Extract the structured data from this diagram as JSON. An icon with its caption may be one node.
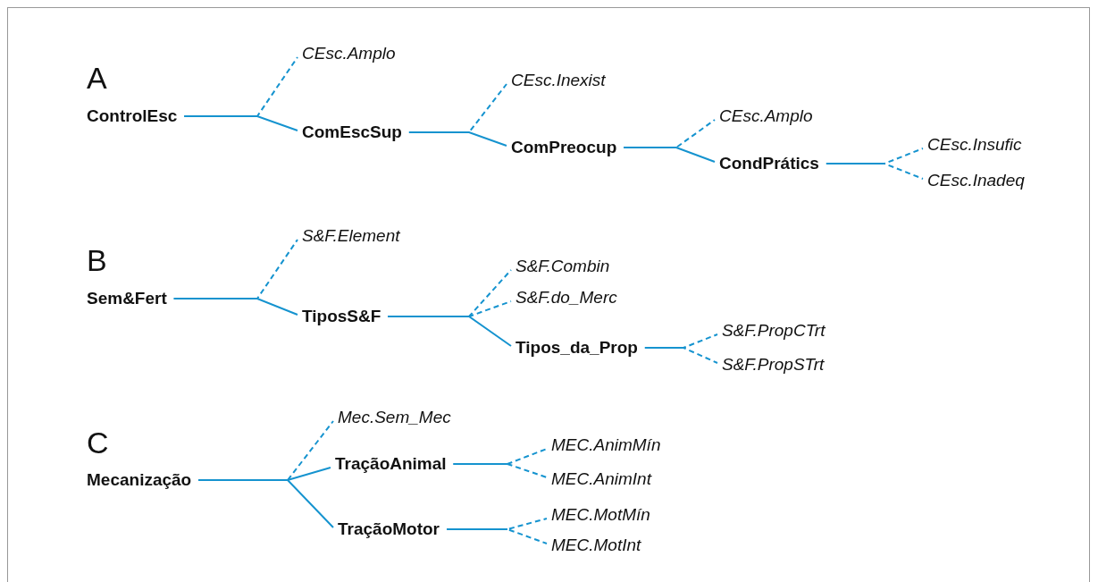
{
  "diagram": {
    "nodes": [
      {
        "text": [
          "ControlEsc"
        ]
      },
      {
        "text": [
          "CEsc.Amplo"
        ]
      },
      {
        "text": [
          "ComEscSup"
        ]
      },
      {
        "text": [
          "CEsc.Inexist"
        ]
      },
      {
        "text": [
          "ComPreocup"
        ]
      },
      {
        "text": [
          "CEsc.Amplo"
        ]
      },
      {
        "text": [
          "CondPrátics"
        ]
      },
      {
        "text": [
          "CEsc.Insufic"
        ]
      },
      {
        "text": [
          "CEsc.Inadeq"
        ]
      },
      {
        "text": [
          "Sem&Fert"
        ]
      },
      {
        "text": [
          "S&F.Element"
        ]
      },
      {
        "text": [
          "TiposS&F"
        ]
      },
      {
        "text": [
          "S&F.Combin"
        ]
      },
      {
        "text": [
          "S&F.do_Merc"
        ]
      },
      {
        "text": [
          "Tipos_da_Prop"
        ]
      },
      {
        "text": [
          "S&F.PropCTrt"
        ]
      },
      {
        "text": [
          "S&F.PropSTrt"
        ]
      },
      {
        "text": [
          "Mecanização"
        ]
      },
      {
        "text": [
          "Mec.Sem_Mec"
        ]
      },
      {
        "text": [
          "TraçãoAnimal"
        ]
      },
      {
        "text": [
          "TraçãoMotor"
        ]
      },
      {
        "text": [
          "MEC.AnimMín"
        ]
      },
      {
        "text": [
          "MEC.AnimInt"
        ]
      },
      {
        "text": [
          "MEC.MotMín"
        ]
      },
      {
        "text": [
          "MEC.MotInt"
        ]
      }
    ],
    "edges": [
      {
        "from": 0,
        "to": 1,
        "arrow": "none",
        "style": "dashed"
      },
      {
        "from": 0,
        "to": 2,
        "arrow": "none"
      },
      {
        "from": 2,
        "to": 3,
        "arrow": "none",
        "style": "dashed"
      },
      {
        "from": 2,
        "to": 4,
        "arrow": "none"
      },
      {
        "from": 4,
        "to": 5,
        "arrow": "none",
        "style": "dashed"
      },
      {
        "from": 4,
        "to": 6,
        "arrow": "none"
      },
      {
        "from": 6,
        "to": 7,
        "arrow": "none",
        "style": "dashed"
      },
      {
        "from": 6,
        "to": 8,
        "arrow": "none",
        "style": "dashed"
      },
      {
        "from": 9,
        "to": 10,
        "arrow": "none",
        "style": "dashed"
      },
      {
        "from": 9,
        "to": 11,
        "arrow": "none"
      },
      {
        "from": 11,
        "to": 12,
        "arrow": "none",
        "style": "dashed"
      },
      {
        "from": 11,
        "to": 13,
        "arrow": "none",
        "style": "dashed"
      },
      {
        "from": 11,
        "to": 14,
        "arrow": "none"
      },
      {
        "from": 14,
        "to": 15,
        "arrow": "none",
        "style": "dashed"
      },
      {
        "from": 14,
        "to": 16,
        "arrow": "none",
        "style": "dashed"
      },
      {
        "from": 17,
        "to": 18,
        "arrow": "none",
        "style": "dashed"
      },
      {
        "from": 17,
        "to": 19,
        "arrow": "none"
      },
      {
        "from": 17,
        "to": 20,
        "arrow": "none"
      },
      {
        "from": 19,
        "to": 21,
        "arrow": "none",
        "style": "dashed"
      },
      {
        "from": 19,
        "to": 22,
        "arrow": "none",
        "style": "dashed"
      },
      {
        "from": 20,
        "to": 23,
        "arrow": "none",
        "style": "dashed"
      },
      {
        "from": 20,
        "to": 24,
        "arrow": "none",
        "style": "dashed"
      }
    ],
    "labels": [
      "A",
      "B",
      "C"
    ]
  }
}
